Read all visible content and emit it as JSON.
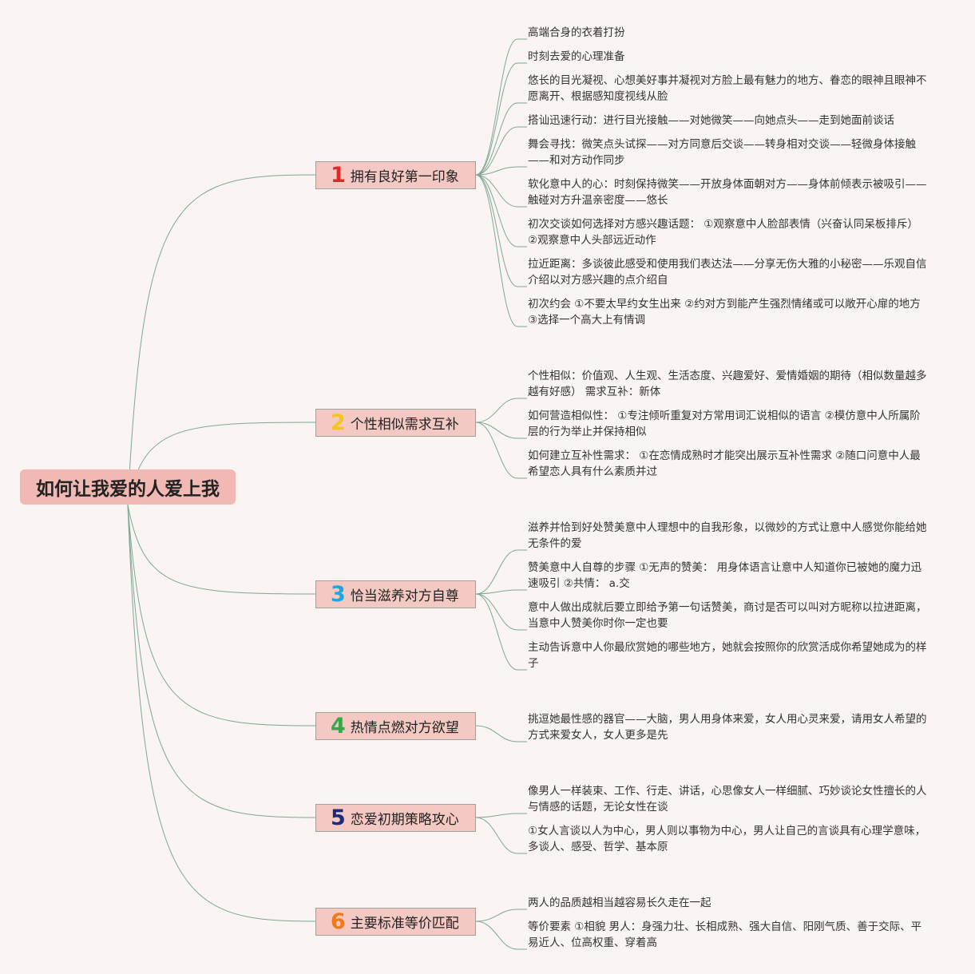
{
  "root": {
    "label": "如何让我爱的人爱上我"
  },
  "branches": [
    {
      "num": "1",
      "color": "#e02a2a",
      "label": "拥有良好第一印象",
      "items": [
        "高端合身的衣着打扮",
        "时刻去爱的心理准备",
        "悠长的目光凝视、心想美好事并凝视对方脸上最有魅力的地方、眷恋的眼神且眼神不愿离开、根据感知度视线从脸",
        "搭讪迅速行动：进行目光接触——对她微笑——向她点头——走到她面前谈话",
        "舞会寻找：微笑点头试探——对方同意后交谈——转身相对交谈——轻微身体接触——和对方动作同步",
        "软化意中人的心：时刻保持微笑——开放身体面朝对方——身体前倾表示被吸引——触碰对方升温亲密度——悠长",
        "初次交谈如何选择对方感兴趣话题： ①观察意中人脸部表情（兴奋认同呆板排斥） ②观察意中人头部远近动作",
        "拉近距离：多谈彼此感受和使用我们表达法——分享无伤大雅的小秘密——乐观自信介绍以对方感兴趣的点介绍自",
        "初次约会 ①不要太早约女生出来 ②约对方到能产生强烈情绪或可以敞开心扉的地方 ③选择一个高大上有情调"
      ]
    },
    {
      "num": "2",
      "color": "#f5c518",
      "label": "个性相似需求互补",
      "items": [
        "个性相似：价值观、人生观、生活态度、兴趣爱好、爱情婚姻的期待（相似数量越多越有好感） 需求互补：新体",
        "如何营造相似性： ①专注倾听重复对方常用词汇说相似的语言 ②模仿意中人所属阶层的行为举止并保持相似",
        "如何建立互补性需求： ①在恋情成熟时才能突出展示互补性需求 ②随口问意中人最希望恋人具有什么素质并过"
      ]
    },
    {
      "num": "3",
      "color": "#1aa6e0",
      "label": "恰当滋养对方自尊",
      "items": [
        "滋养并恰到好处赞美意中人理想中的自我形象，以微妙的方式让意中人感觉你能给她无条件的爱",
        "赞美意中人自尊的步骤 ①无声的赞美： 用身体语言让意中人知道你已被她的魔力迅速吸引 ②共情： a.交",
        "意中人做出成就后要立即给予第一句话赞美，商讨是否可以叫对方昵称以拉进距离，当意中人赞美你时你一定也要",
        "主动告诉意中人你最欣赏她的哪些地方，她就会按照你的欣赏活成你希望她成为的样子"
      ]
    },
    {
      "num": "4",
      "color": "#3aa64a",
      "label": "热情点燃对方欲望",
      "items": [
        "挑逗她最性感的器官——大脑，男人用身体来爱，女人用心灵来爱，请用女人希望的方式来爱女人，女人更多是先"
      ]
    },
    {
      "num": "5",
      "color": "#1f2a7a",
      "label": "恋爱初期策略攻心",
      "items": [
        "像男人一样装束、工作、行走、讲话，心思像女人一样细腻、巧妙谈论女性擅长的人与情感的话题，无论女性在谈",
        "①女人言谈以人为中心，男人则以事物为中心，男人让自己的言谈具有心理学意味，多谈人、感受、哲学、基本原"
      ]
    },
    {
      "num": "6",
      "color": "#f07a1a",
      "label": "主要标准等价匹配",
      "items": [
        "两人的品质越相当越容易长久走在一起",
        "等价要素 ①相貌 男人：身强力壮、长相成熟、强大自信、阳刚气质、善于交际、平易近人、位高权重、穿着高"
      ]
    }
  ]
}
